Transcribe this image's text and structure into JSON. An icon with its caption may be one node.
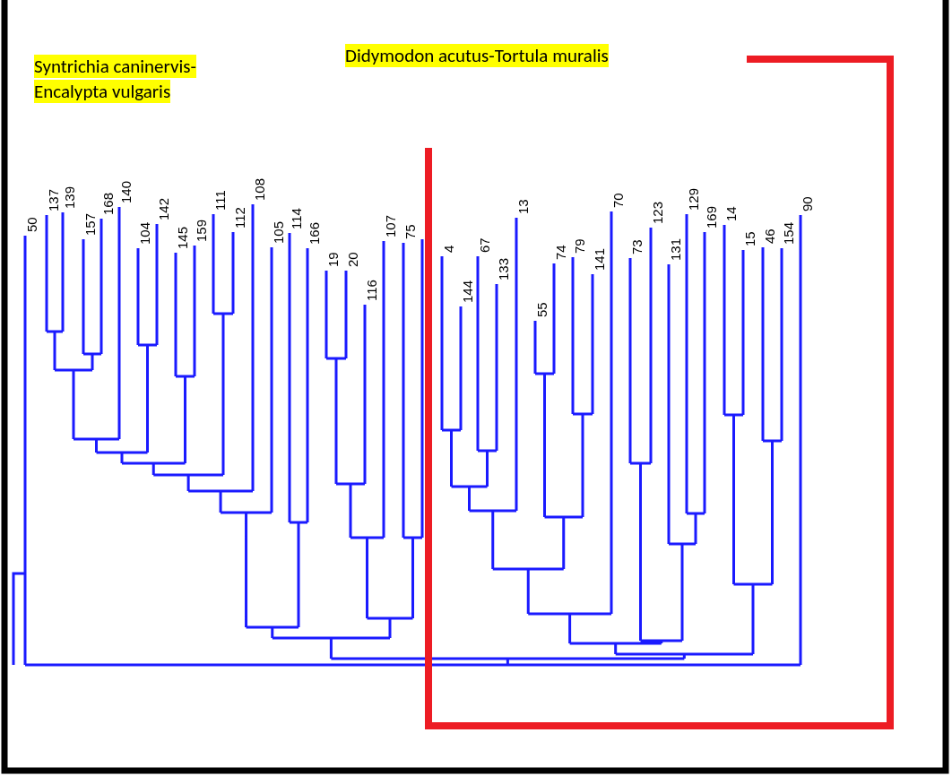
{
  "diagram": {
    "labels": [
      "Syntrichia caninervis- Encalypta vulgaris",
      "Didymodon acutus-Tortula muralis",
      "50",
      "137",
      "139",
      "157",
      "168",
      "140",
      "104",
      "142",
      "145",
      "159",
      "111",
      "112",
      "108",
      "105",
      "114",
      "166",
      "19",
      "20",
      "116",
      "107",
      "75",
      "4",
      "144",
      "67",
      "133",
      "13",
      "55",
      "74",
      "79",
      "141",
      "70",
      "73",
      "123",
      "131",
      "129",
      "169",
      "14",
      "15",
      "46",
      "154",
      "90"
    ]
  }
}
